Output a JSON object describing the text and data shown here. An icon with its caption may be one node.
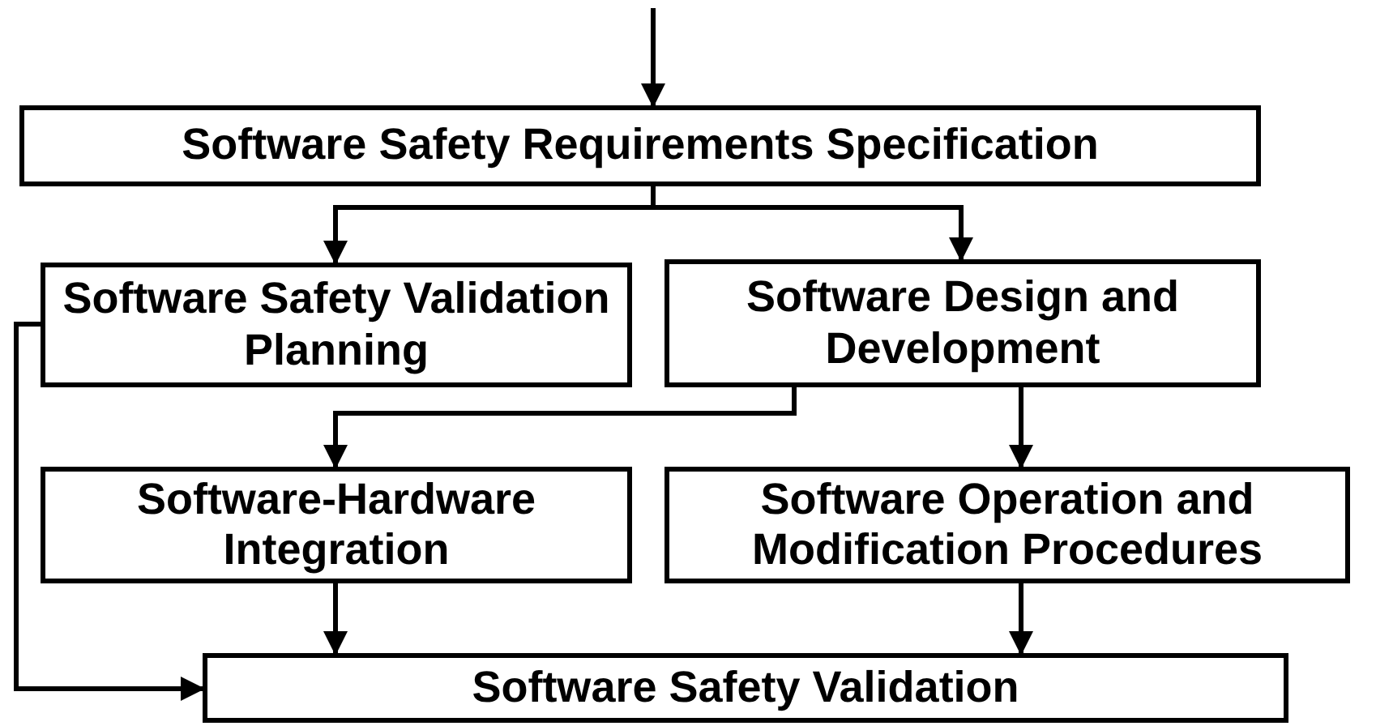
{
  "diagram": {
    "nodes": [
      {
        "text": [
          "Software Safety Requirements Specification"
        ]
      },
      {
        "text": [
          "Software Safety Validation Planning"
        ]
      },
      {
        "text": [
          "Software Design and Development"
        ]
      },
      {
        "text": [
          "Software-Hardware Integration"
        ]
      },
      {
        "text": [
          "Software Operation and Modification Procedures"
        ]
      },
      {
        "text": [
          "Software Safety Validation"
        ]
      }
    ],
    "edges": [
      {
        "from": null,
        "to": 0,
        "arrow": "to"
      },
      {
        "from": 0,
        "to": 1,
        "arrow": "to"
      },
      {
        "from": 0,
        "to": 2,
        "arrow": "to"
      },
      {
        "from": 2,
        "to": 3,
        "arrow": "to"
      },
      {
        "from": 2,
        "to": 4,
        "arrow": "to"
      },
      {
        "from": 3,
        "to": 5,
        "arrow": "to"
      },
      {
        "from": 4,
        "to": 5,
        "arrow": "to"
      },
      {
        "from": 1,
        "to": 5,
        "arrow": "to"
      }
    ]
  }
}
